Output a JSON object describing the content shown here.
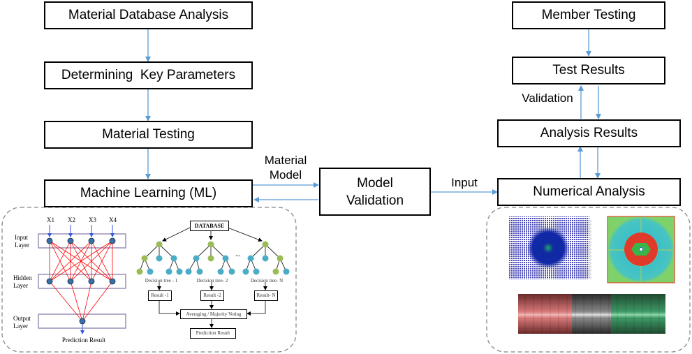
{
  "left_flow": {
    "steps": [
      {
        "label": "Material Database Analysis"
      },
      {
        "label": "Determining  Key Parameters"
      },
      {
        "label": "Material Testing"
      },
      {
        "label": "Machine Learning (ML)"
      }
    ]
  },
  "center": {
    "model_validation": "Model Validation",
    "material_model_label_line1": "Material",
    "material_model_label_line2": "Model",
    "input_label": "Input"
  },
  "right_flow": {
    "member_testing": "Member Testing",
    "test_results": "Test Results",
    "validation_label": "Validation",
    "analysis_results": "Analysis Results",
    "numerical_analysis": "Numerical Analysis"
  },
  "ann_panel": {
    "inputs": [
      "X1",
      "X2",
      "X3",
      "X4"
    ],
    "input_layer_line1": "Input",
    "input_layer_line2": "Layer",
    "hidden_layer_line1": "Hidden",
    "hidden_layer_line2": "Layer",
    "output_layer_line1": "Output",
    "output_layer_line2": "Layer",
    "prediction": "Prediction Result",
    "colors": {
      "node": "#3a6fa5",
      "edge": "#ff0000",
      "layer_border": "#9b8fb8",
      "input_arrow": "#3355dd"
    }
  },
  "rf_panel": {
    "database": "DATABASE",
    "ellipsis": "...",
    "trees": [
      {
        "label": "Decision tree - 1",
        "result": "Result -1"
      },
      {
        "label": "Decision tree- 2",
        "result": "Result -2"
      },
      {
        "label": "Decision tree- N",
        "result": "Result- N"
      }
    ],
    "voting": "Averaging / Majority Voting",
    "prediction": "Prediction Result",
    "colors": {
      "green": "#9bbb59",
      "blue": "#4bacc6"
    }
  },
  "fem_panel": {
    "images": [
      "mesh-contour-plot",
      "stress-contour-plot",
      "tube-member-model"
    ]
  },
  "colors": {
    "arrow": "#5b9bd5",
    "dashed": "#888888"
  }
}
